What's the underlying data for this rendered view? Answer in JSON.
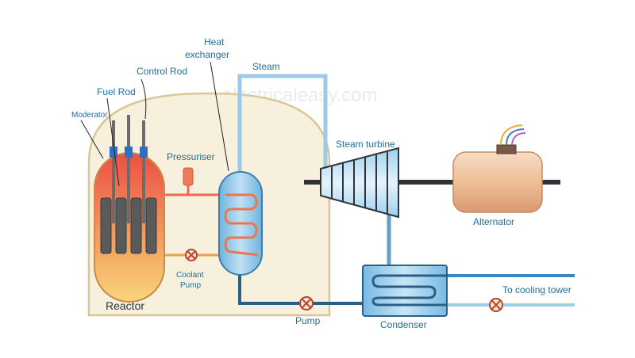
{
  "labels": {
    "heat_exchanger_line1": "Heat",
    "heat_exchanger_line2": "exchanger",
    "control_rod": "Control Rod",
    "fuel_rod": "Fuel Rod",
    "moderator": "Moderator",
    "steam": "Steam",
    "pressuriser": "Pressuriser",
    "steam_turbine": "Steam turbine",
    "alternator": "Alternator",
    "coolant_pump_line1": "Coolant",
    "coolant_pump_line2": "Pump",
    "reactor": "Reactor",
    "pump": "Pump",
    "condenser": "Condenser",
    "to_cooling_tower": "To cooling tower"
  },
  "watermark": "electricaleasy.com",
  "colors": {
    "label_blue": "#1f6f9a",
    "containment_fill": "#f6f0dd",
    "containment_stroke": "#d9caa0",
    "reactor_hot": "#ef5a4a",
    "reactor_warm": "#f6c56f",
    "steam_pipe": "#9cc9e8",
    "water_pipe": "#2b5f86",
    "hot_loop": "#ee6a4e",
    "cool_loop": "#e8a24b",
    "shaft": "#2f3338",
    "alternator_body": "#f0c9a8"
  }
}
